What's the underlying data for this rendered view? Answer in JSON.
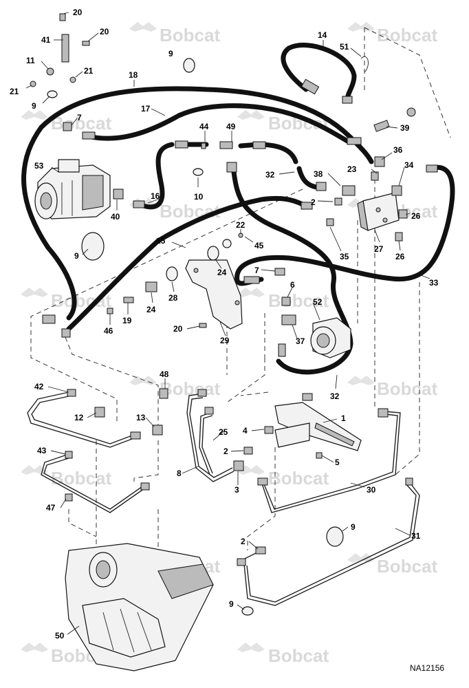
{
  "watermark": {
    "text": "Bobcat"
  },
  "drawing_code": "NA12156",
  "callouts": [
    {
      "id": "c-20a",
      "text": "20"
    },
    {
      "id": "c-41",
      "text": "41"
    },
    {
      "id": "c-20b",
      "text": "20"
    },
    {
      "id": "c-11",
      "text": "11"
    },
    {
      "id": "c-21a",
      "text": "21"
    },
    {
      "id": "c-21b",
      "text": "21"
    },
    {
      "id": "c-9a",
      "text": "9"
    },
    {
      "id": "c-9b",
      "text": "9"
    },
    {
      "id": "c-14",
      "text": "14"
    },
    {
      "id": "c-51",
      "text": "51"
    },
    {
      "id": "c-18",
      "text": "18"
    },
    {
      "id": "c-17",
      "text": "17"
    },
    {
      "id": "c-7a",
      "text": "7"
    },
    {
      "id": "c-44",
      "text": "44"
    },
    {
      "id": "c-49",
      "text": "49"
    },
    {
      "id": "c-39",
      "text": "39"
    },
    {
      "id": "c-36",
      "text": "36"
    },
    {
      "id": "c-53",
      "text": "53"
    },
    {
      "id": "c-23",
      "text": "23"
    },
    {
      "id": "c-34",
      "text": "34"
    },
    {
      "id": "c-32a",
      "text": "32"
    },
    {
      "id": "c-38",
      "text": "38"
    },
    {
      "id": "c-10",
      "text": "10"
    },
    {
      "id": "c-16",
      "text": "16"
    },
    {
      "id": "c-2a",
      "text": "2"
    },
    {
      "id": "c-40",
      "text": "40"
    },
    {
      "id": "c-26a",
      "text": "26"
    },
    {
      "id": "c-22",
      "text": "22"
    },
    {
      "id": "c-27",
      "text": "27"
    },
    {
      "id": "c-15",
      "text": "15"
    },
    {
      "id": "c-45",
      "text": "45"
    },
    {
      "id": "c-9c",
      "text": "9"
    },
    {
      "id": "c-35",
      "text": "35"
    },
    {
      "id": "c-26b",
      "text": "26"
    },
    {
      "id": "c-7b",
      "text": "7"
    },
    {
      "id": "c-24a",
      "text": "24"
    },
    {
      "id": "c-33",
      "text": "33"
    },
    {
      "id": "c-6",
      "text": "6"
    },
    {
      "id": "c-28",
      "text": "28"
    },
    {
      "id": "c-52",
      "text": "52"
    },
    {
      "id": "c-24b",
      "text": "24"
    },
    {
      "id": "c-19",
      "text": "19"
    },
    {
      "id": "c-46",
      "text": "46"
    },
    {
      "id": "c-20c",
      "text": "20"
    },
    {
      "id": "c-37",
      "text": "37"
    },
    {
      "id": "c-29",
      "text": "29"
    },
    {
      "id": "c-48",
      "text": "48"
    },
    {
      "id": "c-42",
      "text": "42"
    },
    {
      "id": "c-32b",
      "text": "32"
    },
    {
      "id": "c-12",
      "text": "12"
    },
    {
      "id": "c-13",
      "text": "13"
    },
    {
      "id": "c-1",
      "text": "1"
    },
    {
      "id": "c-25",
      "text": "25"
    },
    {
      "id": "c-4",
      "text": "4"
    },
    {
      "id": "c-43",
      "text": "43"
    },
    {
      "id": "c-2b",
      "text": "2"
    },
    {
      "id": "c-5",
      "text": "5"
    },
    {
      "id": "c-8",
      "text": "8"
    },
    {
      "id": "c-3",
      "text": "3"
    },
    {
      "id": "c-30",
      "text": "30"
    },
    {
      "id": "c-47",
      "text": "47"
    },
    {
      "id": "c-9d",
      "text": "9"
    },
    {
      "id": "c-31",
      "text": "31"
    },
    {
      "id": "c-2c",
      "text": "2"
    },
    {
      "id": "c-9e",
      "text": "9"
    },
    {
      "id": "c-50",
      "text": "50"
    }
  ]
}
